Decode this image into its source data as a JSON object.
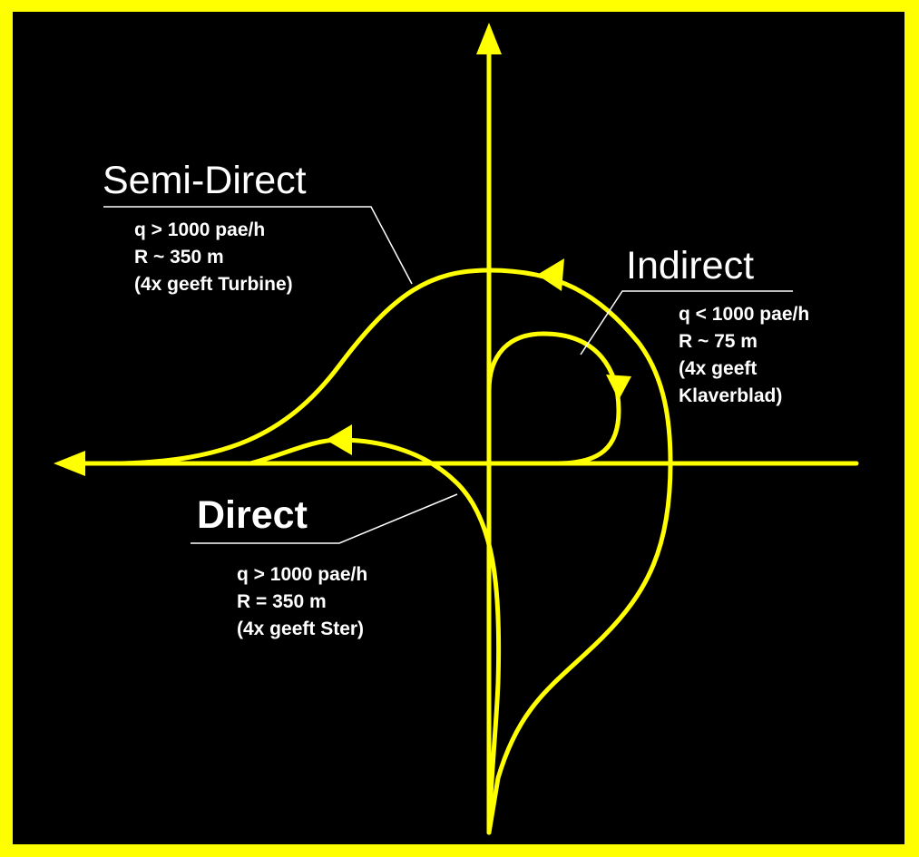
{
  "colors": {
    "frame": "#ffff00",
    "background": "#000000",
    "roads": "#ffff00",
    "text": "#ffffff",
    "leader": "#ffffff"
  },
  "semi_direct": {
    "title": "Semi-Direct",
    "lines": [
      "q > 1000 pae/h",
      "R ~ 350 m",
      "(4x geeft Turbine)"
    ]
  },
  "indirect": {
    "title": "Indirect",
    "lines": [
      "q < 1000 pae/h",
      "R ~ 75 m",
      "(4x geeft",
      "Klaverblad)"
    ]
  },
  "direct": {
    "title": "Direct",
    "lines": [
      "q > 1000 pae/h",
      "R = 350 m",
      "(4x geeft Ster)"
    ]
  }
}
